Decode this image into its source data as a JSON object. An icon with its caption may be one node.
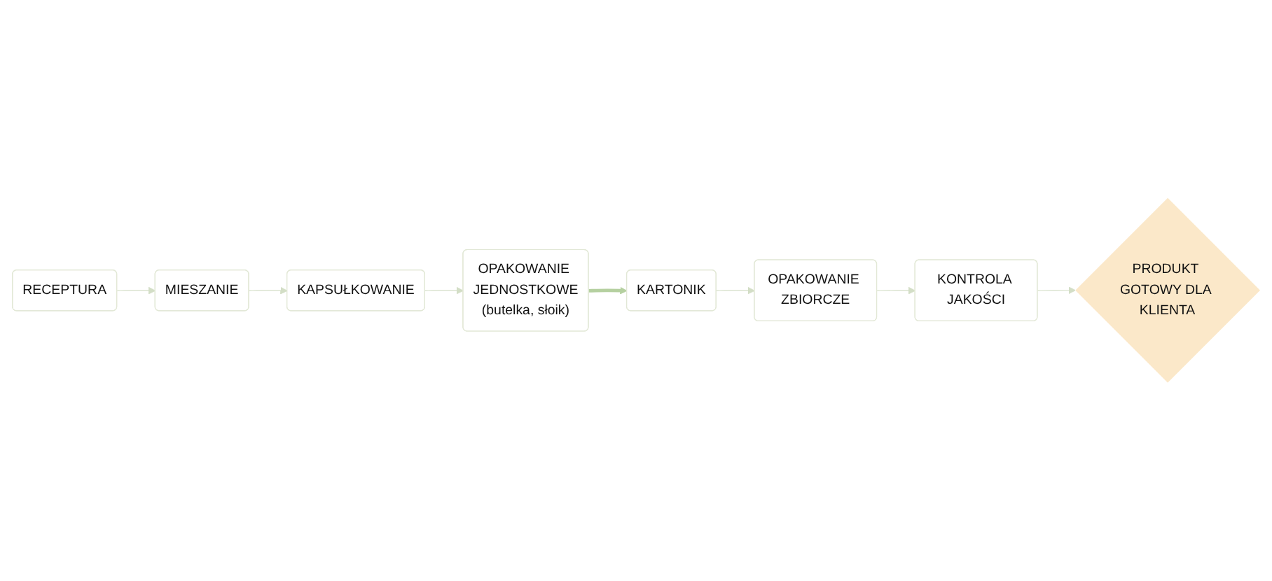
{
  "diagram": {
    "nodes": [
      {
        "text": [
          "RECEPTURA"
        ]
      },
      {
        "text": [
          "MIESZANIE"
        ]
      },
      {
        "text": [
          "KAPSUŁKOWANIE"
        ]
      },
      {
        "text": [
          "OPAKOWANIE JEDNOSTKOWE",
          "(butelka, słoik)"
        ]
      },
      {
        "text": [
          "KARTONIK"
        ]
      },
      {
        "text": [
          "OPAKOWANIE ZBIORCZE"
        ]
      },
      {
        "text": [
          "KONTROLA JAKOŚCI"
        ]
      },
      {
        "text": [
          "PRODUKT GOTOWY DLA KLIENTA"
        ]
      }
    ],
    "edges": [
      {
        "from": 0,
        "to": 1,
        "arrow": "to"
      },
      {
        "from": 1,
        "to": 2,
        "arrow": "to"
      },
      {
        "from": 2,
        "to": 3,
        "arrow": "to"
      },
      {
        "from": 3,
        "to": 4,
        "arrow": "to",
        "style": "thick",
        "color": "#b5d0a0"
      },
      {
        "from": 4,
        "to": 5,
        "arrow": "to"
      },
      {
        "from": 5,
        "to": 6,
        "arrow": "to"
      },
      {
        "from": 6,
        "to": 7,
        "arrow": "to"
      }
    ]
  }
}
